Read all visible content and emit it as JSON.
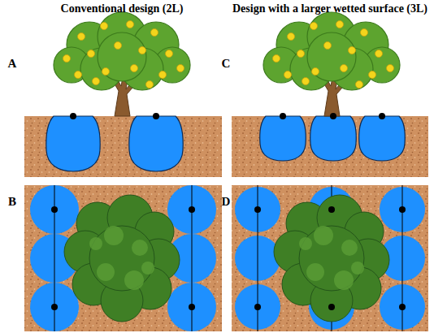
{
  "diagram": {
    "labels": [
      "Conventional design (2L)",
      "Design with a larger wetted surface (3L)",
      "A",
      "B",
      "C",
      "D"
    ]
  }
}
